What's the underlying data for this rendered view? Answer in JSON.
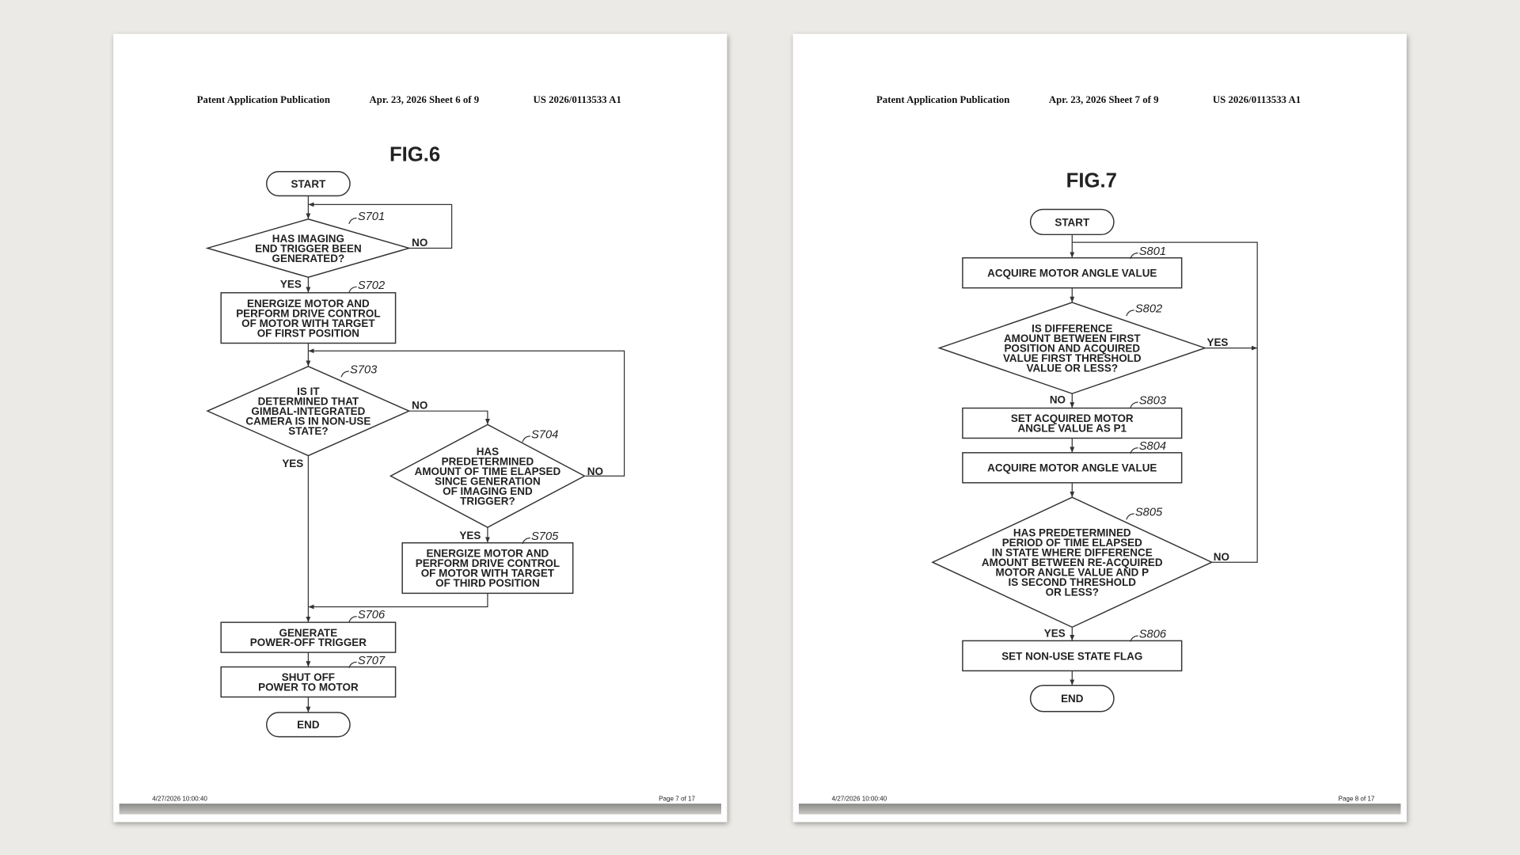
{
  "pages": [
    {
      "header": {
        "left": "Patent Application Publication",
        "middle": "Apr. 23, 2026  Sheet 6 of 9",
        "right": "US 2026/0113533 A1"
      },
      "figure": "FIG.6",
      "footer": {
        "timestamp": "4/27/2026 10:00:40",
        "page": "Page 7 of 17"
      },
      "nodes": {
        "start": [
          "START"
        ],
        "s701": [
          "HAS IMAGING",
          "END TRIGGER BEEN",
          "GENERATED?"
        ],
        "s702": [
          "ENERGIZE MOTOR AND",
          "PERFORM DRIVE CONTROL",
          "OF MOTOR WITH TARGET",
          "OF FIRST POSITION"
        ],
        "s703": [
          "IS IT",
          "DETERMINED THAT",
          "GIMBAL-INTEGRATED",
          "CAMERA IS IN NON-USE",
          "STATE?"
        ],
        "s704": [
          "HAS",
          "PREDETERMINED",
          "AMOUNT OF TIME ELAPSED",
          "SINCE GENERATION",
          "OF IMAGING END",
          "TRIGGER?"
        ],
        "s705": [
          "ENERGIZE MOTOR AND",
          "PERFORM DRIVE CONTROL",
          "OF MOTOR WITH TARGET",
          "OF THIRD POSITION"
        ],
        "s706": [
          "GENERATE",
          "POWER-OFF TRIGGER"
        ],
        "s707": [
          "SHUT OFF",
          "POWER TO MOTOR"
        ],
        "end": [
          "END"
        ]
      },
      "step_labels": {
        "s701": "S701",
        "s702": "S702",
        "s703": "S703",
        "s704": "S704",
        "s705": "S705",
        "s706": "S706",
        "s707": "S707"
      },
      "branch_labels": {
        "s701_no": "NO",
        "s701_yes": "YES",
        "s703_no": "NO",
        "s703_yes": "YES",
        "s704_no": "NO",
        "s704_yes": "YES"
      }
    },
    {
      "header": {
        "left": "Patent Application Publication",
        "middle": "Apr. 23, 2026  Sheet 7 of 9",
        "right": "US 2026/0113533 A1"
      },
      "figure": "FIG.7",
      "footer": {
        "timestamp": "4/27/2026 10:00:40",
        "page": "Page 8 of 17"
      },
      "nodes": {
        "start": [
          "START"
        ],
        "s801": [
          "ACQUIRE MOTOR ANGLE VALUE"
        ],
        "s802": [
          "IS DIFFERENCE",
          "AMOUNT BETWEEN FIRST",
          "POSITION AND ACQUIRED",
          "VALUE FIRST THRESHOLD",
          "VALUE OR LESS?"
        ],
        "s803": [
          "SET ACQUIRED MOTOR",
          "ANGLE VALUE AS P1"
        ],
        "s804": [
          "ACQUIRE MOTOR ANGLE VALUE"
        ],
        "s805": [
          "HAS PREDETERMINED",
          "PERIOD OF TIME ELAPSED",
          "IN STATE WHERE DIFFERENCE",
          "AMOUNT BETWEEN RE-ACQUIRED",
          "MOTOR ANGLE VALUE AND P",
          "IS SECOND THRESHOLD",
          "OR LESS?"
        ],
        "s806": [
          "SET NON-USE STATE FLAG"
        ],
        "end": [
          "END"
        ]
      },
      "step_labels": {
        "s801": "S801",
        "s802": "S802",
        "s803": "S803",
        "s804": "S804",
        "s805": "S805",
        "s806": "S806"
      },
      "branch_labels": {
        "s802_yes": "YES",
        "s802_no": "NO",
        "s805_no": "NO",
        "s805_yes": "YES"
      }
    }
  ]
}
